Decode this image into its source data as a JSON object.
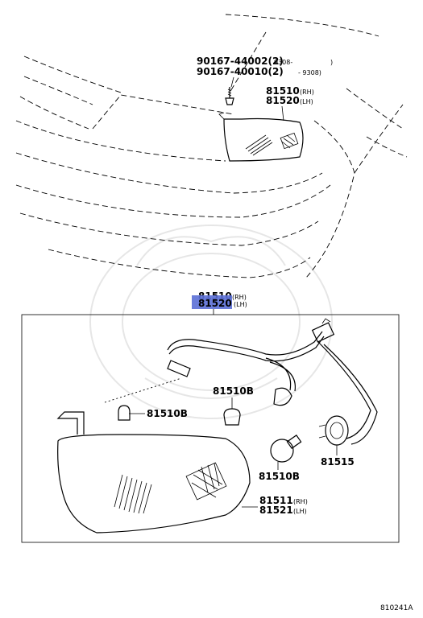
{
  "diagram_code": "810241A",
  "top_labels": {
    "bolt_line1": "90167-44002(2)",
    "bolt_line2": "90167-40010(2)",
    "bolt_range1": "9308-",
    "bolt_range1_end": ")",
    "bolt_range2": "- 9308)",
    "lamp_rh": "81510",
    "lamp_rh_sub": "(RH)",
    "lamp_lh": "81520",
    "lamp_lh_sub": "(LH)"
  },
  "assembly_header": {
    "rh_part": "81510",
    "rh_sub": "(RH)",
    "lh_part": "81520",
    "lh_sub": "(LH)",
    "highlight_color": "#5b6fd6"
  },
  "box_labels": {
    "bulb_a": "81510B",
    "bulb_b": "81510B",
    "bulb_c": "81510B",
    "socket": "81515",
    "lens_rh": "81511",
    "lens_rh_sub": "(RH)",
    "lens_lh": "81521",
    "lens_lh_sub": "(LH)"
  }
}
